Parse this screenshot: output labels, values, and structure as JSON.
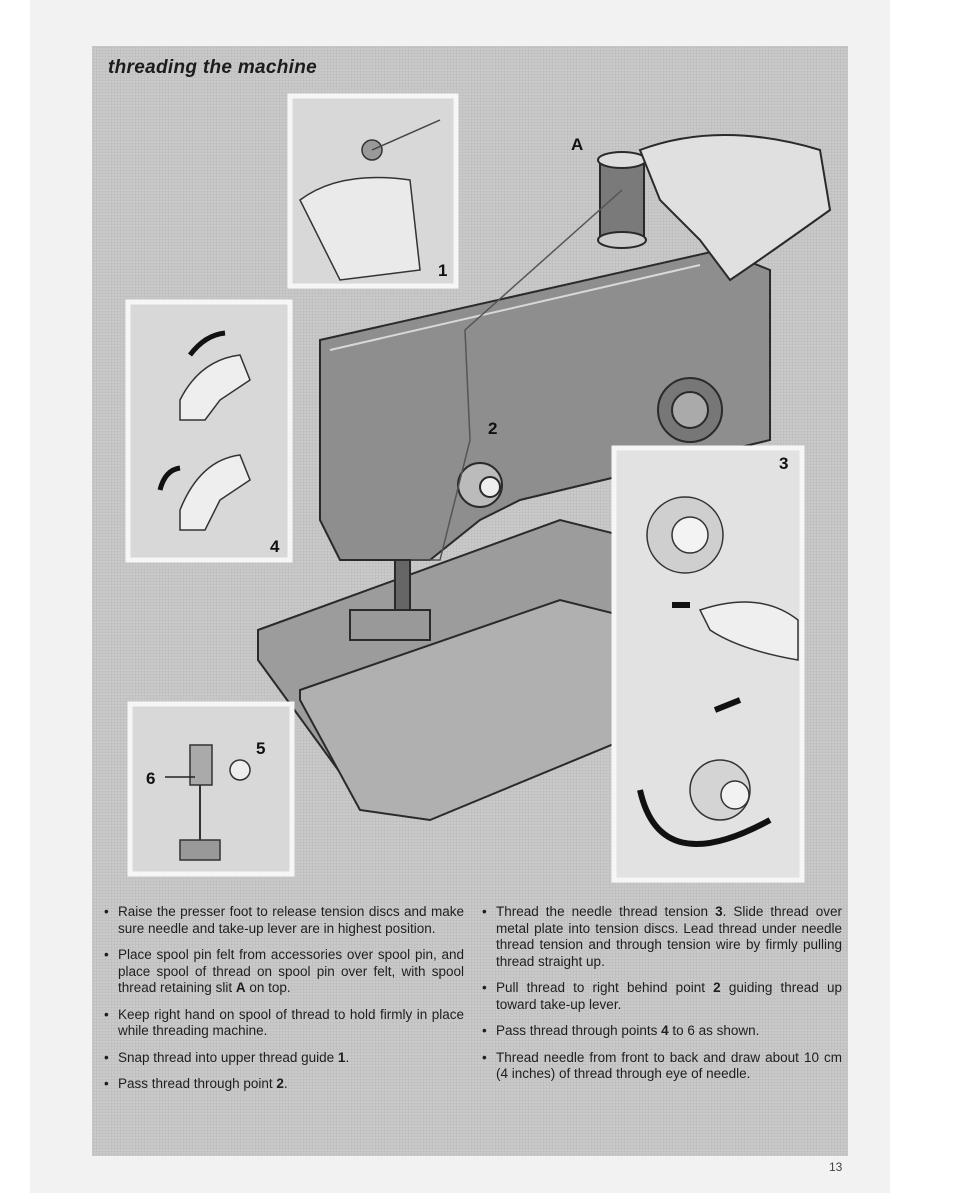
{
  "page": {
    "title": "threading the machine",
    "page_number": "13"
  },
  "illustration": {
    "labels": {
      "spool_slit": "A",
      "upper_guide": "1",
      "tension_point": "2",
      "tension_unit": "3",
      "takeup_lever": "4",
      "needle_guide_upper": "5",
      "needle_guide_lower": "6"
    }
  },
  "instructions": {
    "left": [
      {
        "pre": "Raise the presser foot to release tension discs and make sure needle and take-up lever are in highest position.",
        "bold": "",
        "post": ""
      },
      {
        "pre": "Place spool pin felt from accessories over spool pin, and place spool of thread on spool pin over felt, with spool thread retaining slit ",
        "bold": "A",
        "post": " on top."
      },
      {
        "pre": "Keep right hand on spool of thread to hold firmly in place while threading machine.",
        "bold": "",
        "post": ""
      },
      {
        "pre": "Snap thread into upper thread guide ",
        "bold": "1",
        "post": "."
      },
      {
        "pre": "Pass thread through point ",
        "bold": "2",
        "post": "."
      }
    ],
    "right": [
      {
        "pre": "Thread the needle thread tension ",
        "bold": "3",
        "post": ". Slide thread over metal plate into tension discs. Lead thread under needle thread tension and through tension wire by firmly pulling thread straight up."
      },
      {
        "pre": "Pull thread to right behind point ",
        "bold": "2",
        "post": " guiding thread up toward take-up lever."
      },
      {
        "pre": "Pass thread through points ",
        "bold": "4",
        "post": " to 6 as shown."
      },
      {
        "pre": "Thread needle from front to back and draw about 10 cm (4 inches) of thread through eye of needle.",
        "bold": "",
        "post": ""
      }
    ]
  }
}
